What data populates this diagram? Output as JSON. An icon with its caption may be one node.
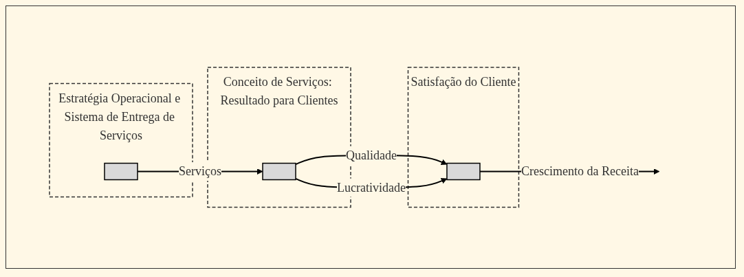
{
  "diagram": {
    "nodes": [
      {
        "text": [
          "Estratégia Operacional e Sistema de Entrega de Serviços"
        ]
      },
      {
        "text": [],
        "shape": "box",
        "in": 0
      },
      {
        "text": [
          "Conceito de Serviços: Resultado para Clientes"
        ]
      },
      {
        "text": [],
        "shape": "box",
        "in": 2
      },
      {
        "text": [
          "Satisfação do Cliente"
        ]
      },
      {
        "text": [],
        "shape": "box",
        "in": 4
      }
    ],
    "edges": [
      {
        "from": 1,
        "to": 3,
        "arrow": "to",
        "label": "Serviços"
      },
      {
        "from": 3,
        "to": 5,
        "arrow": "to",
        "label": "Qualidade"
      },
      {
        "from": 3,
        "to": 5,
        "arrow": "to",
        "label": "Lucratividade"
      },
      {
        "from": 5,
        "to": null,
        "arrow": "to",
        "label": "Crescimento da Receita"
      }
    ]
  }
}
